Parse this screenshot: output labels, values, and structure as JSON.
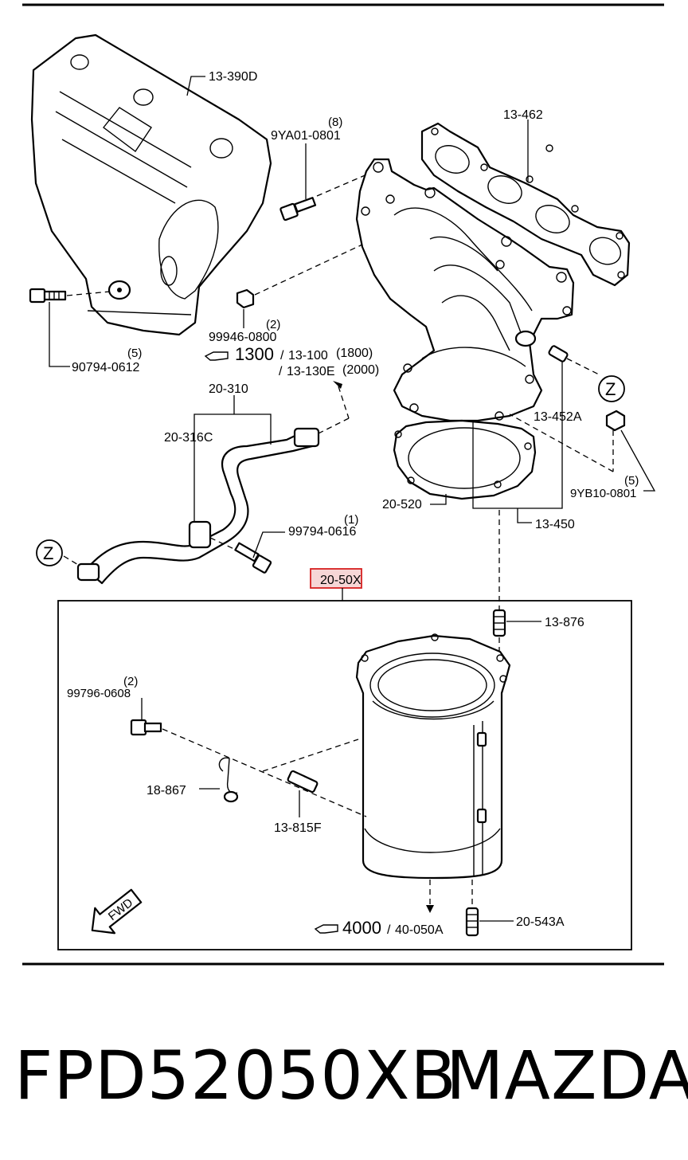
{
  "callouts": {
    "heat_insulator": "13-390D",
    "gasket_manifold": "13-462",
    "bolt_9ya01": "9YA01-0801",
    "bolt_9ya01_qty": "(8)",
    "nut_99946": "99946-0800",
    "nut_99946_qty": "(2)",
    "bolt_90794": "90794-0612",
    "bolt_90794_qty": "(5)",
    "ref_1300": "1300",
    "ref_1300_a": "13-100",
    "ref_1300_a_note": "(1800)",
    "ref_1300_b": "13-130E",
    "ref_1300_b_note": "(2000)",
    "pipe_assy": "20-310",
    "pipe_sub": "20-316C",
    "bolt_99794": "99794-0616",
    "bolt_99794_qty": "(1)",
    "ref_z_left": "Z",
    "ref_z_right": "Z",
    "stud_13452a": "13-452A",
    "nut_9yb10": "9YB10-0801",
    "nut_9yb10_qty": "(5)",
    "gasket_20520": "20-520",
    "manifold_13450": "13-450",
    "converter_highlight": "20-50X",
    "stud_13876": "13-876",
    "bolt_99796": "99796-0608",
    "bolt_99796_qty": "(2)",
    "bracket_18867": "18-867",
    "stud_13815f": "13-815F",
    "ref_4000": "4000",
    "ref_4000_a": "40-050A",
    "stud_20543a": "20-543A",
    "fwd_arrow": "FWD"
  },
  "footer": {
    "part_number": "FPD52050XB",
    "brand": "MAZDA"
  },
  "colors": {
    "highlight_border": "#d62020",
    "highlight_fill": "#f6d6d6"
  },
  "icons": {
    "reference_hand": "pointing-hand-icon",
    "forward_arrow": "fwd-arrow-icon",
    "zone_marker": "circled-letter-icon"
  }
}
